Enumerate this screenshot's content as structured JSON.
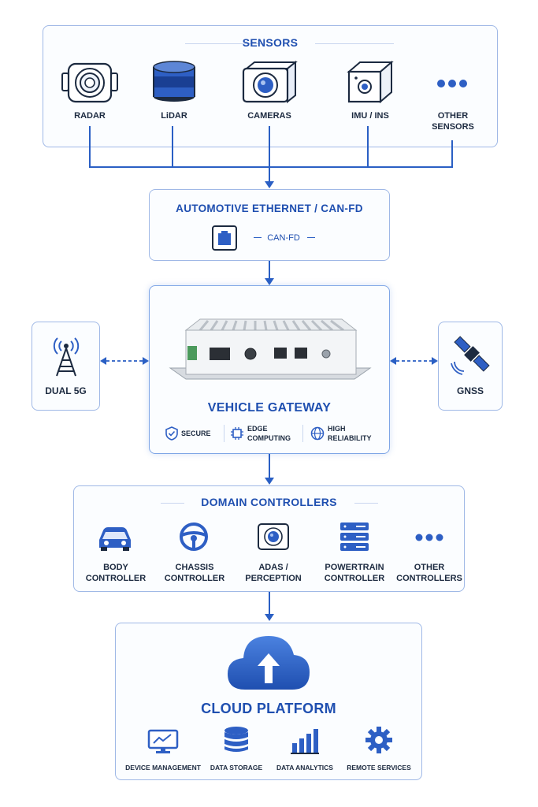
{
  "sensors": {
    "title": "SENSORS",
    "items": [
      {
        "label": "RADAR",
        "icon": "radar-icon"
      },
      {
        "label": "LiDAR",
        "icon": "lidar-icon"
      },
      {
        "label": "CAMERAS",
        "icon": "camera-icon"
      },
      {
        "label": "IMU / INS",
        "icon": "imu-icon"
      },
      {
        "label": "OTHER SENSORS",
        "icon": "more-icon"
      }
    ]
  },
  "network": {
    "title": "AUTOMOTIVE ETHERNET / CAN-FD",
    "canfd_label": "CAN-FD",
    "icon": "ethernet-port-icon"
  },
  "gateway": {
    "title": "VEHICLE GATEWAY",
    "features": [
      {
        "label": "SECURE",
        "icon": "shield-check-icon"
      },
      {
        "label": "EDGE COMPUTING",
        "icon": "chip-icon"
      },
      {
        "label": "HIGH RELIABILITY",
        "icon": "globe-icon"
      }
    ]
  },
  "dual5g": {
    "label": "DUAL 5G",
    "icon": "cell-tower-icon"
  },
  "gnss": {
    "label": "GNSS",
    "icon": "satellite-icon"
  },
  "domain": {
    "title": "DOMAIN CONTROLLERS",
    "items": [
      {
        "label": "BODY CONTROLLER",
        "icon": "car-icon"
      },
      {
        "label": "CHASSIS CONTROLLER",
        "icon": "steering-wheel-icon"
      },
      {
        "label": "ADAS / PERCEPTION",
        "icon": "camera-icon"
      },
      {
        "label": "POWERTRAIN CONTROLLER",
        "icon": "server-icon"
      },
      {
        "label": "OTHER CONTROLLERS",
        "icon": "more-icon"
      }
    ]
  },
  "cloud": {
    "title": "CLOUD PLATFORM",
    "icon": "cloud-upload-icon",
    "items": [
      {
        "label": "DEVICE MANAGEMENT",
        "icon": "monitor-chart-icon"
      },
      {
        "label": "DATA STORAGE",
        "icon": "database-icon"
      },
      {
        "label": "DATA ANALYTICS",
        "icon": "bar-chart-icon"
      },
      {
        "label": "REMOTE SERVICES",
        "icon": "gear-icon"
      }
    ]
  },
  "colors": {
    "accent": "#1f4fb0",
    "line": "#2a5fc4",
    "border": "#9fb8e6"
  }
}
